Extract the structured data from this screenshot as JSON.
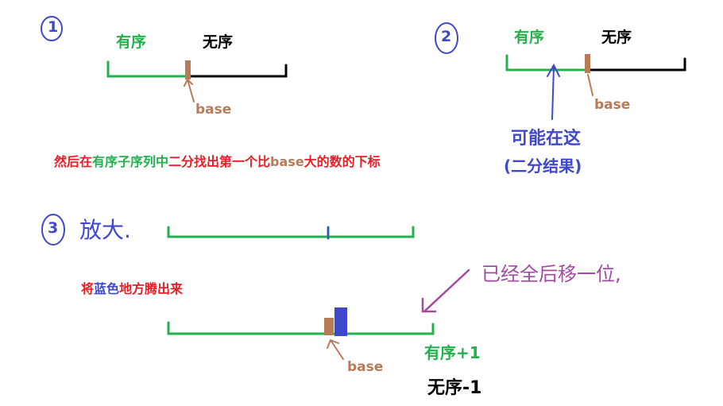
{
  "section1": {
    "number": "1",
    "ordered": "有序",
    "unordered": "无序",
    "base": "base"
  },
  "section2": {
    "number": "2",
    "ordered": "有序",
    "unordered": "无序",
    "base": "base",
    "maybe_here": "可能在这",
    "binary_result": "(二分结果)"
  },
  "caption1": {
    "p1": "然后在",
    "p2": "有序子序列中",
    "p3": "二分找出第一个比",
    "p4": "base",
    "p5": "大的数的下标"
  },
  "section3": {
    "number": "3",
    "title": "放大.",
    "base": "base",
    "shifted": "已经全后移一位,",
    "ordered_plus": "有序+1",
    "unordered_minus": "无序-1"
  },
  "caption2": {
    "p1": "将",
    "p2": "蓝色",
    "p3": "地方腾出来"
  },
  "colors": {
    "red": "#ed1c24",
    "green": "#22b14c",
    "brown": "#b97a57",
    "blue": "#3f48cc",
    "purple": "#a349a4"
  }
}
